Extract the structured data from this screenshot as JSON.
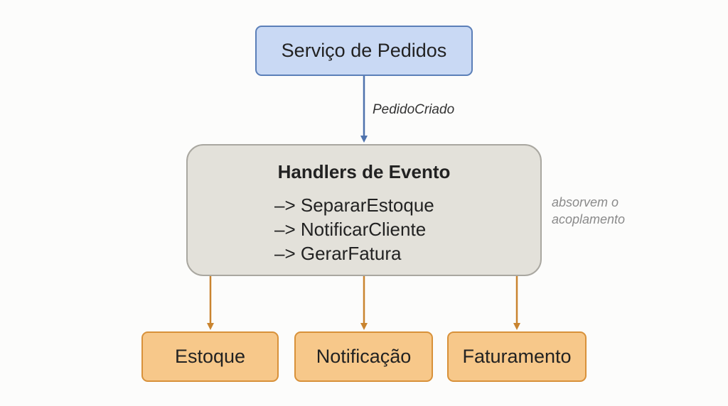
{
  "nodes": {
    "service": {
      "label": "Serviço de Pedidos"
    },
    "handlers": {
      "title": "Handlers de Evento",
      "items": [
        "–> SepararEstoque",
        "–> NotificarCliente",
        "–> GerarFatura"
      ]
    },
    "targets": [
      {
        "label": "Estoque"
      },
      {
        "label": "Notificação"
      },
      {
        "label": "Faturamento"
      }
    ]
  },
  "edges": {
    "service_to_handlers": {
      "label": "PedidoCriado"
    }
  },
  "annotations": {
    "side_note_line1": "absorvem o",
    "side_note_line2": "acoplamento"
  },
  "colors": {
    "service_fill": "#c9d9f4",
    "service_border": "#5b7fb8",
    "handlers_fill": "#e3e1da",
    "handlers_border": "#a9a7a0",
    "target_fill": "#f7c88a",
    "target_border": "#d8913a",
    "blue_arrow": "#4f73ad",
    "orange_arrow": "#c9842f"
  }
}
